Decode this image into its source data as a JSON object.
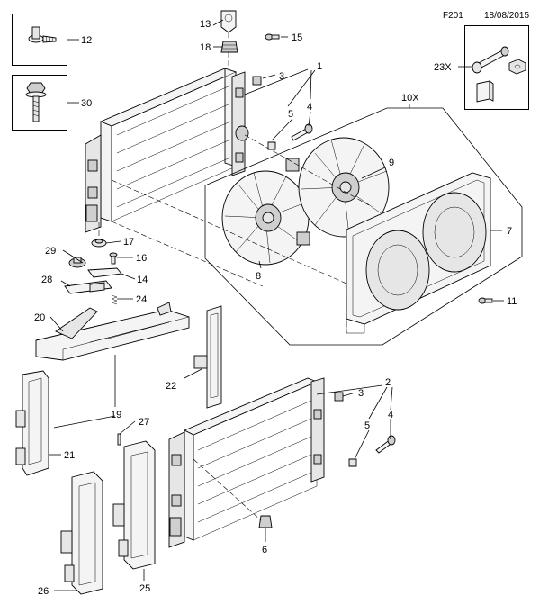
{
  "header": {
    "code": "F201",
    "date": "18/08/2015"
  },
  "insets": [
    {
      "label": "12"
    },
    {
      "label": "30"
    },
    {
      "label": "23X"
    }
  ],
  "group_label": "10X",
  "callouts": [
    "1",
    "2",
    "3",
    "4",
    "5",
    "6",
    "7",
    "8",
    "9",
    "11",
    "13",
    "14",
    "15",
    "16",
    "17",
    "18",
    "19",
    "20",
    "21",
    "22",
    "24",
    "25",
    "26",
    "27",
    "28",
    "29",
    "3",
    "4",
    "5"
  ]
}
